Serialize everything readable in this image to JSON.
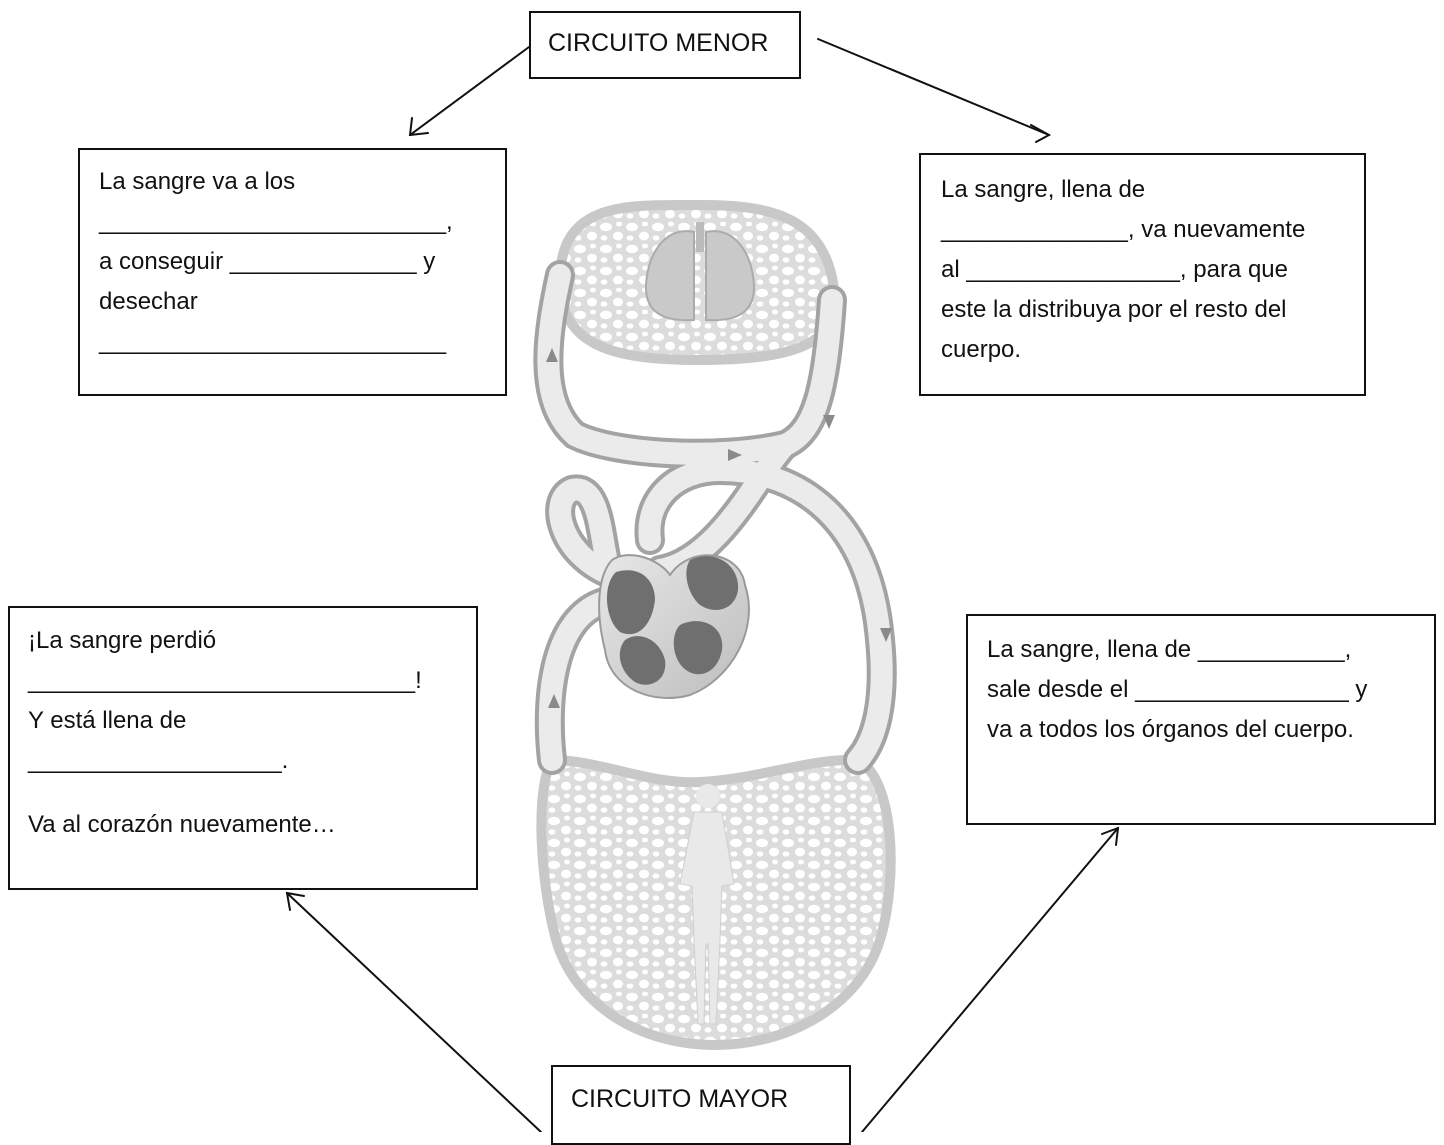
{
  "circuit_minor": {
    "label": "CIRCUITO MENOR"
  },
  "circuit_major": {
    "label": "CIRCUITO MAYOR"
  },
  "lungs_box": {
    "lines": [
      "La sangre va a los",
      "__________________________,",
      "a conseguir ______________ y",
      "desechar",
      "__________________________"
    ]
  },
  "lungs_out_box": {
    "lines": [
      "La sangre, llena de",
      "______________, va nuevamente",
      "al ________________, para que",
      "este la distribuya por el resto del",
      "cuerpo."
    ]
  },
  "body_return_box": {
    "lines": [
      "¡La sangre perdió",
      "_____________________________!",
      "Y está llena de",
      "___________________.",
      "Va al corazón nuevamente…"
    ]
  },
  "heart_out_box": {
    "lines": [
      "La sangre, llena de ___________,",
      "sale desde el ________________ y",
      "va a todos los órganos del cuerpo."
    ]
  }
}
